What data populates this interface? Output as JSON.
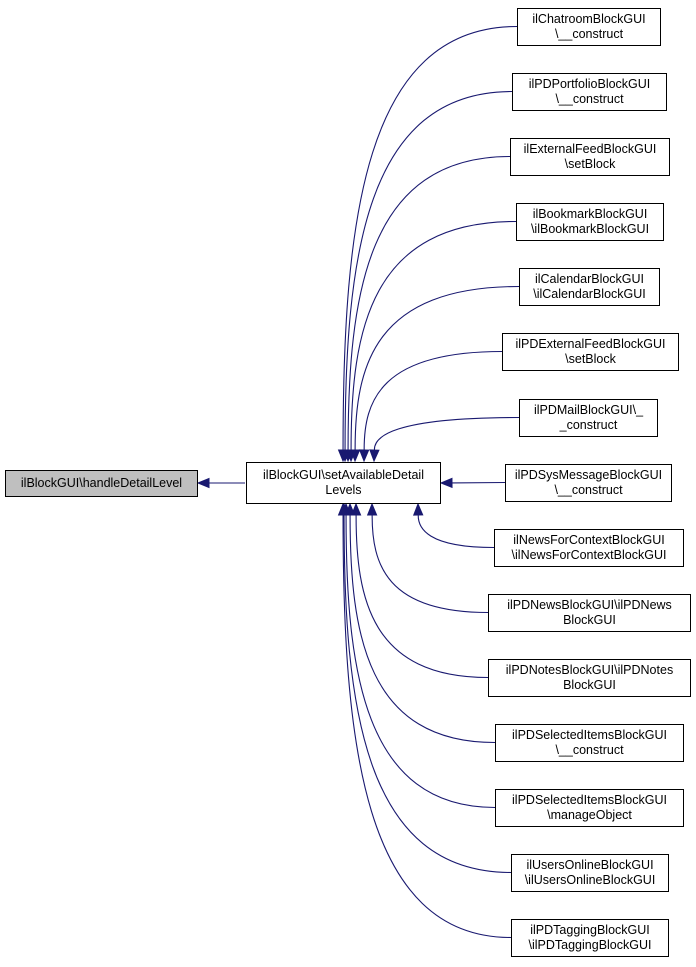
{
  "diagram": {
    "focus": {
      "id": "handleDetailLevel",
      "lines": [
        "ilBlockGUI\\handleDetailLevel"
      ]
    },
    "center": {
      "id": "setAvailableDetailLevels",
      "lines": [
        "ilBlockGUI\\setAvailableDetail",
        "Levels"
      ]
    },
    "callers": [
      {
        "id": "chatroom-construct",
        "lines": [
          "ilChatroomBlockGUI",
          "\\__construct"
        ]
      },
      {
        "id": "pdportfolio-construct",
        "lines": [
          "ilPDPortfolioBlockGUI",
          "\\__construct"
        ]
      },
      {
        "id": "externalfeed-setblock",
        "lines": [
          "ilExternalFeedBlockGUI",
          "\\setBlock"
        ]
      },
      {
        "id": "bookmark-ctor",
        "lines": [
          "ilBookmarkBlockGUI",
          "\\ilBookmarkBlockGUI"
        ]
      },
      {
        "id": "calendar-ctor",
        "lines": [
          "ilCalendarBlockGUI",
          "\\ilCalendarBlockGUI"
        ]
      },
      {
        "id": "pdexternalfeed-setblock",
        "lines": [
          "ilPDExternalFeedBlockGUI",
          "\\setBlock"
        ]
      },
      {
        "id": "pdmail-construct",
        "lines": [
          "ilPDMailBlockGUI\\_",
          "_construct"
        ]
      },
      {
        "id": "pdsysmessage-construct",
        "lines": [
          "ilPDSysMessageBlockGUI",
          "\\__construct"
        ]
      },
      {
        "id": "newsforcontext-ctor",
        "lines": [
          "ilNewsForContextBlockGUI",
          "\\ilNewsForContextBlockGUI"
        ]
      },
      {
        "id": "pdnews-ctor",
        "lines": [
          "ilPDNewsBlockGUI\\ilPDNews",
          "BlockGUI"
        ]
      },
      {
        "id": "pdnotes-ctor",
        "lines": [
          "ilPDNotesBlockGUI\\ilPDNotes",
          "BlockGUI"
        ]
      },
      {
        "id": "pdselecteditems-construct",
        "lines": [
          "ilPDSelectedItemsBlockGUI",
          "\\__construct"
        ]
      },
      {
        "id": "pdselecteditems-manageobject",
        "lines": [
          "ilPDSelectedItemsBlockGUI",
          "\\manageObject"
        ]
      },
      {
        "id": "usersonline-ctor",
        "lines": [
          "ilUsersOnlineBlockGUI",
          "\\ilUsersOnlineBlockGUI"
        ]
      },
      {
        "id": "pdtagging-ctor",
        "lines": [
          "ilPDTaggingBlockGUI",
          "\\ilPDTaggingBlockGUI"
        ]
      }
    ],
    "colors": {
      "edge": "#191970",
      "focus_fill": "#bfbfbf",
      "node_fill": "#ffffff",
      "border": "#000000"
    }
  }
}
